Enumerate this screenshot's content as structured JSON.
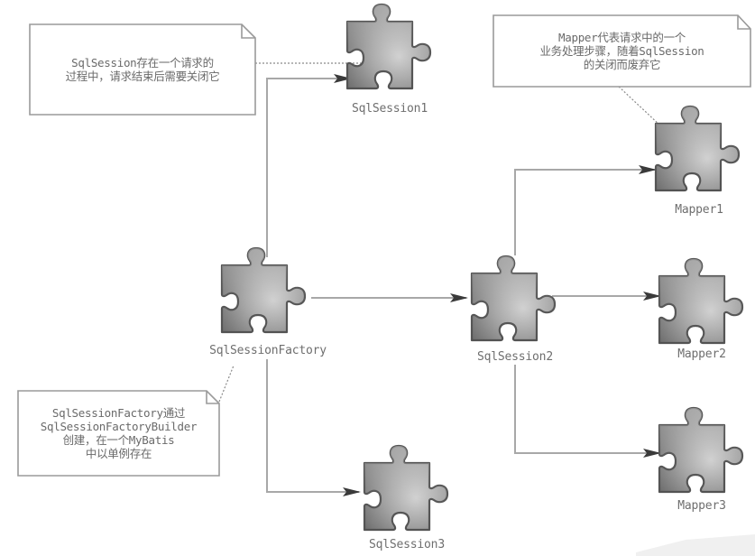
{
  "diagram": {
    "type": "mybatis-lifecycle-flow",
    "colors": {
      "edge": "#a8a8a8",
      "arrowhead": "#3a3a3a",
      "note_border": "#9a9a9a",
      "piece_fill_light": "#c4c4c4",
      "piece_fill_dark": "#7a7a7a",
      "piece_stroke": "#5a5a5a",
      "text": "#6a6a6a"
    },
    "nodes": {
      "factory": {
        "label": "SqlSessionFactory"
      },
      "session1": {
        "label": "SqlSession1"
      },
      "session2": {
        "label": "SqlSession2"
      },
      "session3": {
        "label": "SqlSession3"
      },
      "mapper1": {
        "label": "Mapper1"
      },
      "mapper2": {
        "label": "Mapper2"
      },
      "mapper3": {
        "label": "Mapper3"
      }
    },
    "notes": {
      "session_note": {
        "lines": [
          "SqlSession存在一个请求的",
          "过程中，请求结束后需要关闭它"
        ]
      },
      "mapper_note": {
        "lines": [
          "Mapper代表请求中的一个",
          "业务处理步骤，随着SqlSession",
          "的关闭而废弃它"
        ]
      },
      "factory_note": {
        "lines": [
          "SqlSessionFactory通过",
          "SqlSessionFactoryBuilder",
          "创建，在一个MyBatis",
          "中以单例存在"
        ]
      }
    },
    "edges": [
      {
        "from": "factory",
        "to": "session1"
      },
      {
        "from": "factory",
        "to": "session2"
      },
      {
        "from": "factory",
        "to": "session3"
      },
      {
        "from": "session2",
        "to": "mapper1"
      },
      {
        "from": "session2",
        "to": "mapper2"
      },
      {
        "from": "session2",
        "to": "mapper3"
      }
    ]
  }
}
